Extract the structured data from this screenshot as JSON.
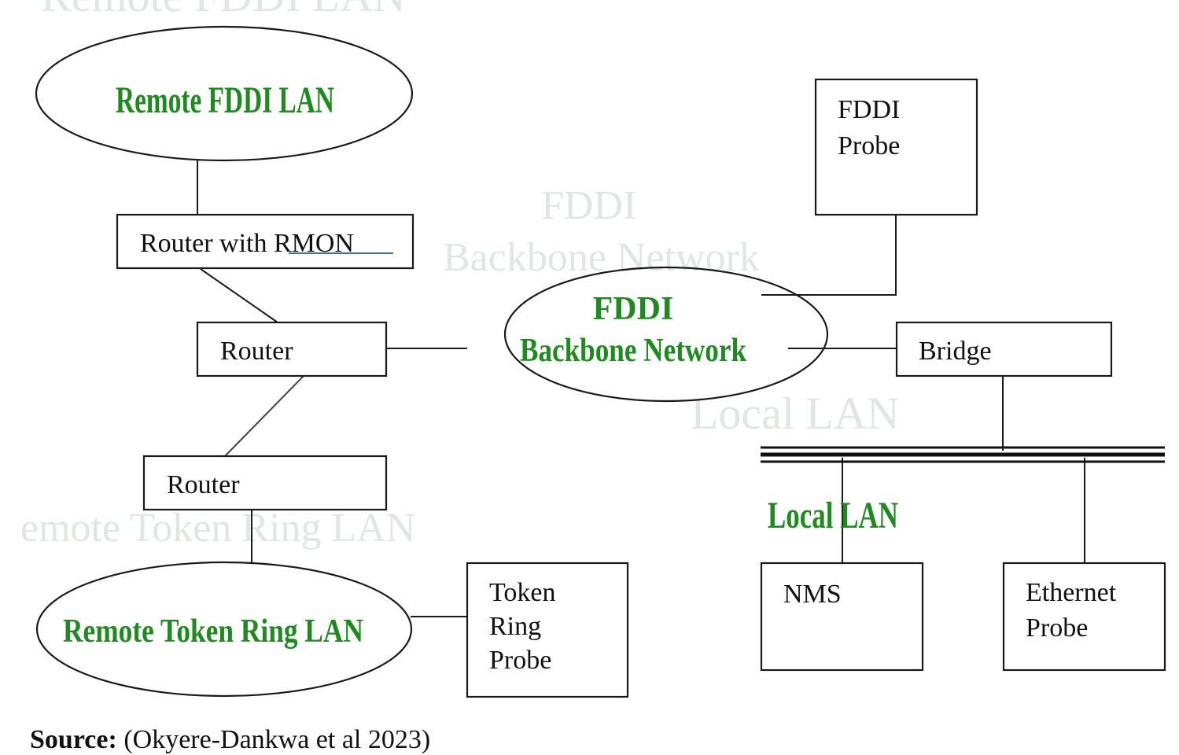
{
  "watermarks": {
    "top": "Remote FDDI LAN",
    "backbone_line1": "FDDI",
    "backbone_line2": "Backbone Network",
    "local": "Local LAN",
    "token_ring": "emote Token Ring LAN"
  },
  "networks": {
    "remote_fddi": "Remote FDDI LAN",
    "backbone_line1": "FDDI",
    "backbone_line2": "Backbone Network",
    "remote_token_ring": "Remote Token Ring LAN",
    "local_lan": "Local LAN"
  },
  "devices": {
    "router_rmon": {
      "prefix": "Router with ",
      "suffix": "RMON"
    },
    "router_mid": "Router",
    "router_low": "Router",
    "fddi_probe": [
      "FDDI",
      "Probe"
    ],
    "bridge": "Bridge",
    "token_ring_probe": [
      "Token",
      "Ring",
      "Probe"
    ],
    "nms": "NMS",
    "ethernet_probe": [
      "Ethernet",
      "Probe"
    ]
  },
  "source": {
    "label": "Source:",
    "citation": " (Okyere-Dankwa et al 2023)"
  },
  "colors": {
    "network_label": "#1f8a1f",
    "watermark": "#dfe7e3",
    "rmon_underline": "#3b6db5"
  }
}
